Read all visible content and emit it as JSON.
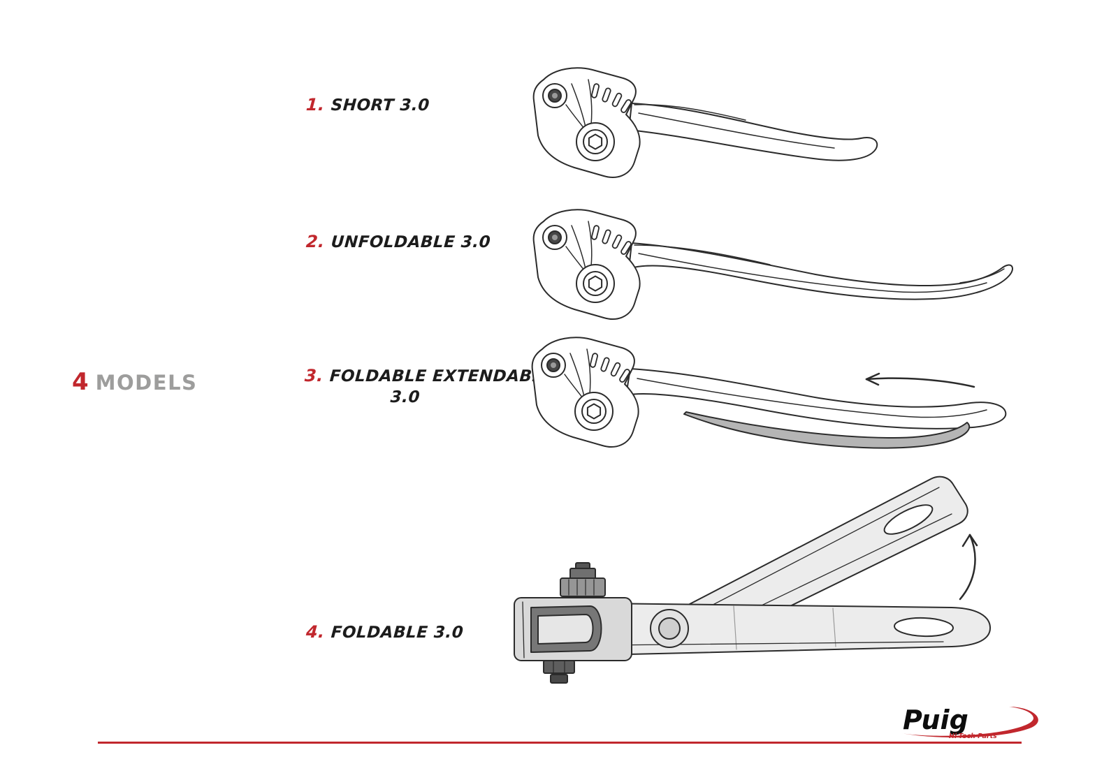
{
  "colors": {
    "accent_red": "#c1272d",
    "heading_gray": "#9d9d9c",
    "line_art": "#2b2b2b",
    "extend_shade_gray": "#b5b5b5"
  },
  "heading": {
    "number": "4",
    "label": "MODELS"
  },
  "items": [
    {
      "number": "1.",
      "name": "SHORT 3.0"
    },
    {
      "number": "2.",
      "name": "UNFOLDABLE 3.0"
    },
    {
      "number": "3.",
      "name": "FOLDABLE EXTENDABLE",
      "name_line2": "3.0"
    },
    {
      "number": "4.",
      "name": "FOLDABLE 3.0"
    }
  ],
  "footer": {
    "logo_text": "Puig",
    "logo_subtext": "Hi-Tech Parts"
  }
}
